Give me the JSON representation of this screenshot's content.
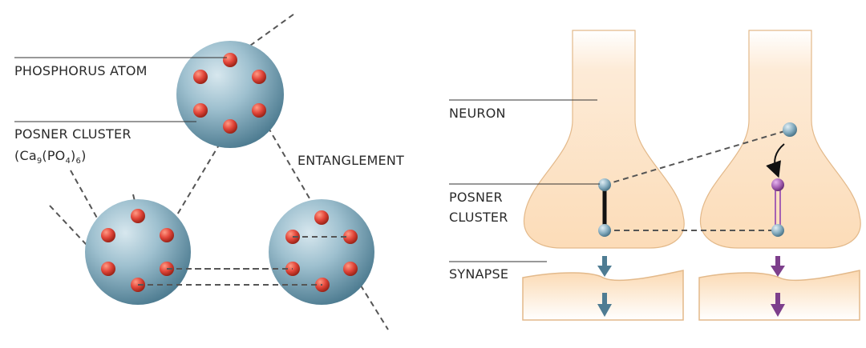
{
  "left_panel": {
    "phosphorus_atom_label": "PHOSPHORUS ATOM",
    "posner_cluster_label": "POSNER CLUSTER",
    "formula": {
      "p1": "(Ca",
      "s1": "9",
      "p2": "(PO",
      "s2": "4",
      "p3": ")",
      "s3": "6",
      "p4": ")"
    },
    "entanglement_label": "ENTANGLEMENT"
  },
  "right_panel": {
    "neuron_label": "NEURON",
    "posner_label_line1": "POSNER",
    "posner_label_line2": "CLUSTER",
    "synapse_label": "SYNAPSE"
  },
  "colors": {
    "sphere": "#8eb3c4",
    "atom": "#d84a3a",
    "neuron_fill": "#fde3c4",
    "node": "#7fa9bd",
    "arrow_blue": "#4e7c93",
    "arrow_purple": "#7d3f8c",
    "dashed_line": "#555555"
  }
}
